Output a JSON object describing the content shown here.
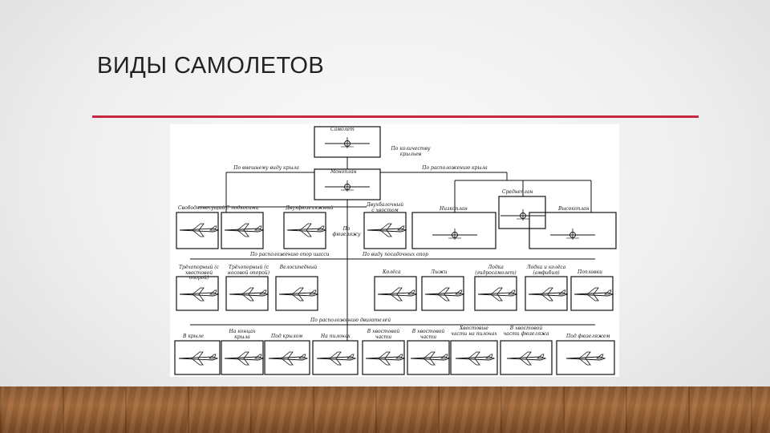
{
  "slide": {
    "title": "ВИДЫ САМОЛЕТОВ"
  },
  "diagram": {
    "root": "Самолет",
    "branch_by_count": "По количеству крыльев",
    "branch_by_shape": "По внешнему виду крыла",
    "branch_by_position": "По расположению крыла",
    "monoplane": "Моноплан",
    "row2": [
      "Свободнонесущий",
      "С подкосами",
      "Двухфюзеляжный",
      "Двухбалочный с хвостом"
    ],
    "row2_mid": "По фюзеляжу",
    "high": "Высокоплан",
    "mid": "Среднеплан",
    "low": "Низкоплан",
    "branch_gear": "По расположению опор шасси",
    "branch_support": "По виду посадочных опор",
    "row3": [
      "Трёхопорный (с хвостовой опорой)",
      "Трёхопорный (с носовой опорой)",
      "Велосипедный",
      "Колёса",
      "Лыжи",
      "Лодка (гидросамолет)",
      "Лодка и колёса (амфибия)",
      "Поплавки"
    ],
    "branch_engines": "По расположению двигателей",
    "row4": [
      "В крыле",
      "На концах крыла",
      "Под крылом",
      "На пилонах",
      "В хвостовой части",
      "В хвостовой части",
      "Хвостовые части на пилонах",
      "В хвостовой части фюзеляжа",
      "Под фюзеляжем"
    ]
  },
  "colors": {
    "accent_rule": "#c8283f",
    "title_text": "#222222",
    "floor": "#a66c3c"
  }
}
